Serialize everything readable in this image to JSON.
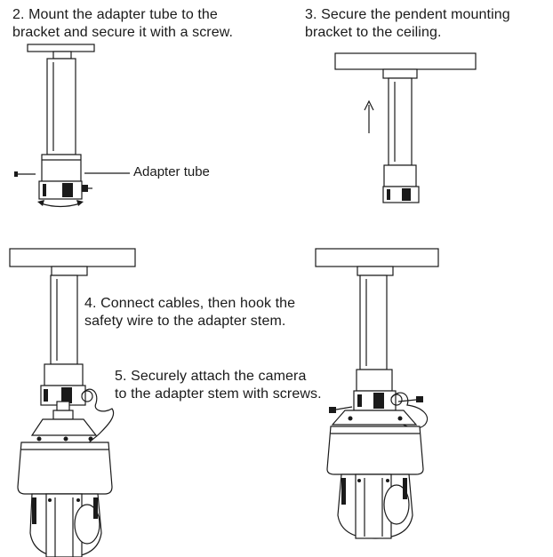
{
  "steps": [
    {
      "line1": "2. Mount the adapter tube to the",
      "line2": "bracket and secure it with a screw."
    },
    {
      "line1": "3. Secure the pendent mounting",
      "line2": "bracket to the ceiling."
    },
    {
      "line1": "4. Connect cables, then hook the",
      "line2": "safety wire to the adapter stem."
    },
    {
      "line1": "5. Securely attach the camera",
      "line2": "to the adapter stem with screws."
    }
  ],
  "callouts": {
    "adapter_tube": "Adapter tube"
  }
}
